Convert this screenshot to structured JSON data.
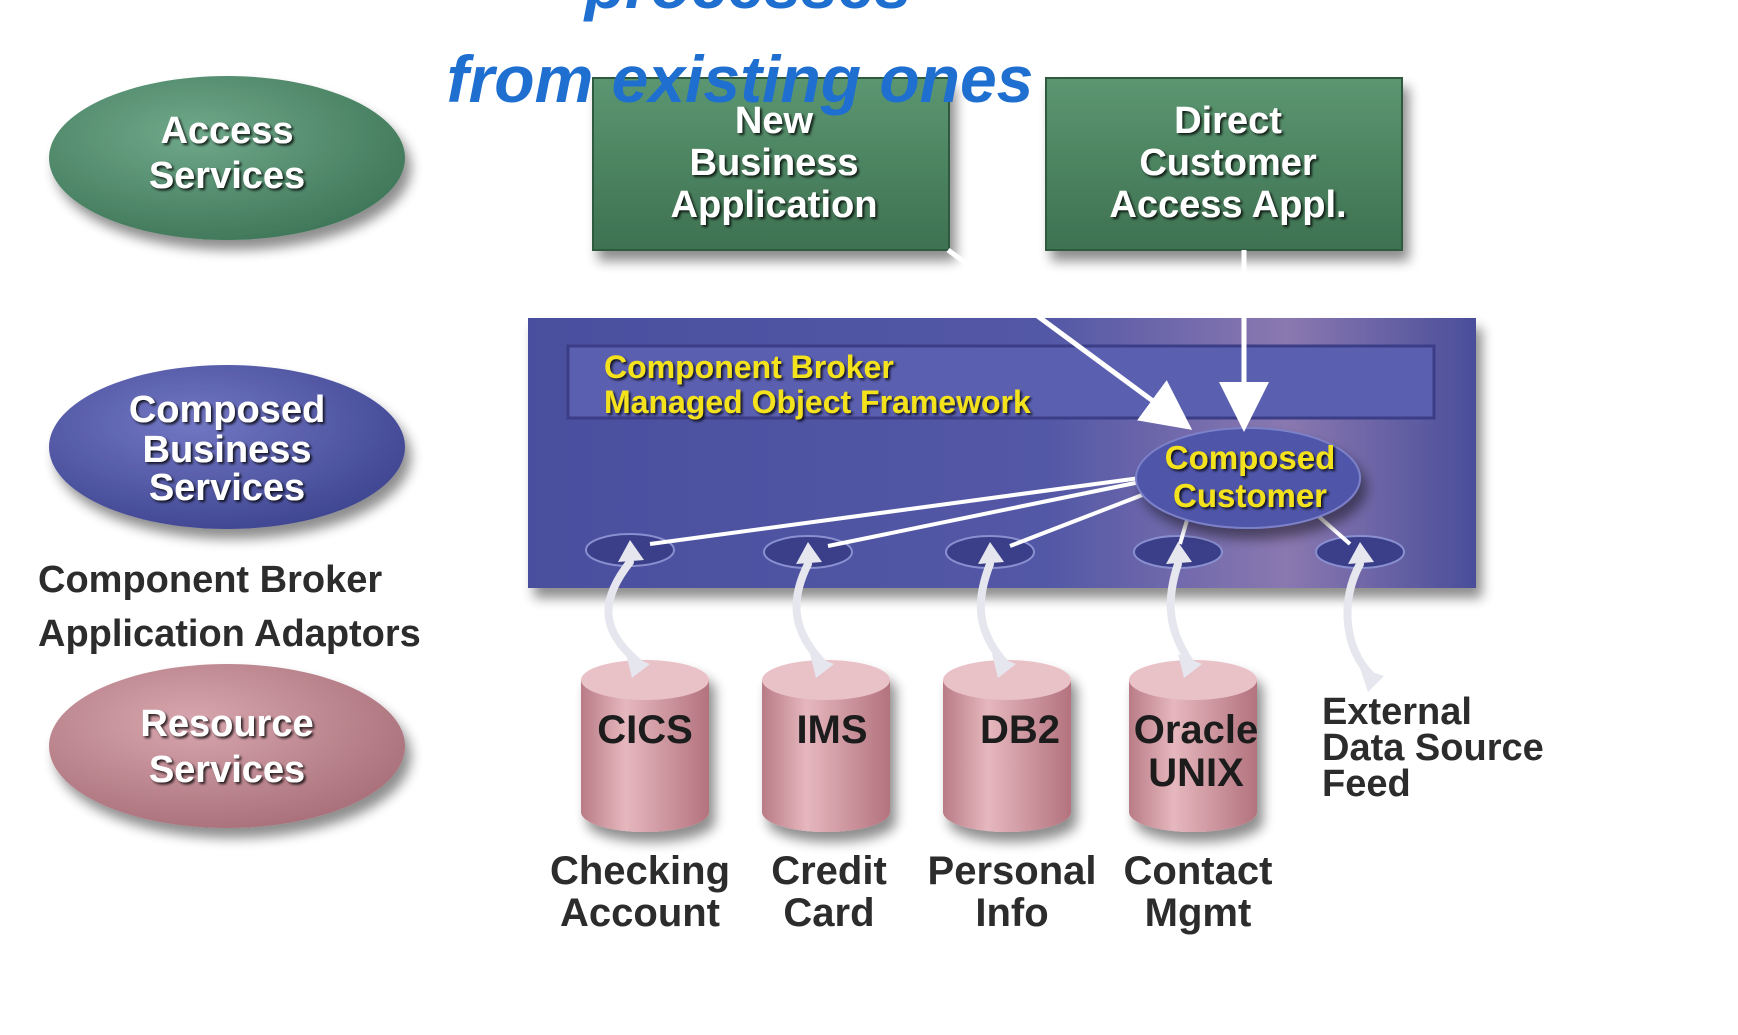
{
  "title": {
    "line1": "processes",
    "line2": "from existing ones",
    "color": "#1f6fd1"
  },
  "tiers": [
    {
      "lines": [
        "Access",
        "Services"
      ],
      "color": "#4e8a6a"
    },
    {
      "lines": [
        "Composed",
        "Business",
        "Services"
      ],
      "color": "#535aa8"
    },
    {
      "lines": [
        "Resource",
        "Services"
      ],
      "color": "#c08a94"
    }
  ],
  "adaptors_label": [
    "Component Broker",
    "Application Adaptors"
  ],
  "applications": [
    {
      "lines": [
        "New",
        "Business",
        "Application"
      ]
    },
    {
      "lines": [
        "Direct",
        "Customer",
        "Access Appl."
      ]
    }
  ],
  "framework": {
    "label_lines": [
      "Component Broker",
      "Managed Object Framework"
    ],
    "label_color": "#f3e21a",
    "panel_color": "#4a4e9c",
    "composed": [
      "Composed",
      "Customer"
    ]
  },
  "databases": [
    {
      "name": [
        "CICS"
      ],
      "caption": [
        "Checking",
        "Account"
      ]
    },
    {
      "name": [
        "IMS"
      ],
      "caption": [
        "Credit",
        "Card"
      ]
    },
    {
      "name": [
        "DB2"
      ],
      "caption": [
        "Personal",
        "Info"
      ]
    },
    {
      "name": [
        "Oracle",
        "UNIX"
      ],
      "caption": [
        "Contact",
        "Mgmt"
      ]
    }
  ],
  "external": [
    "External",
    "Data Source",
    "Feed"
  ],
  "colors": {
    "app_box": "#4f8762",
    "db_cylinder": "#d9a3ab",
    "text_dark": "#2c2c2c"
  }
}
